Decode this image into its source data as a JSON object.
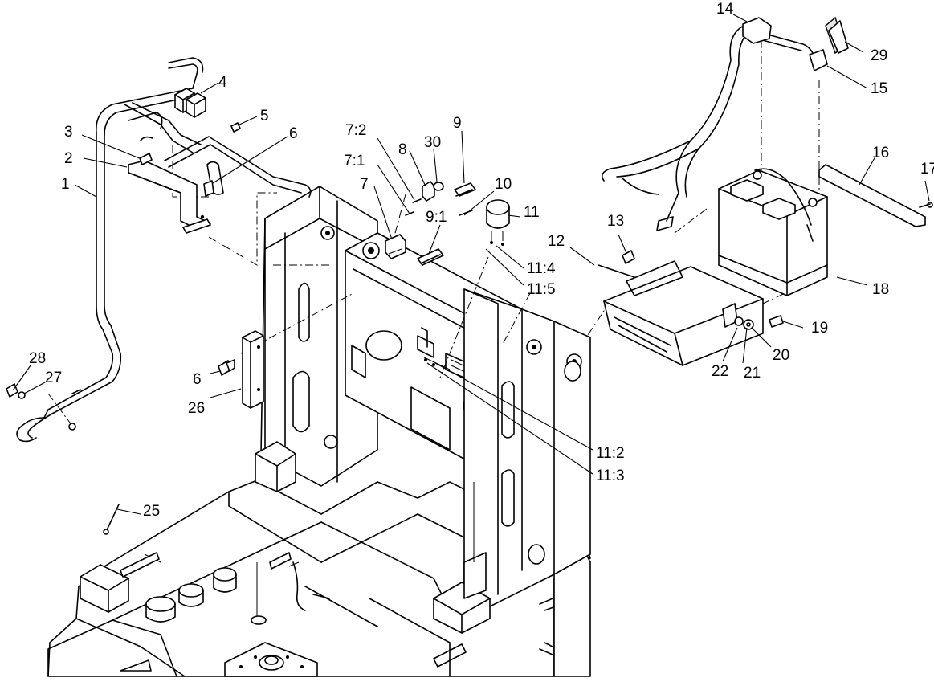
{
  "diagram": {
    "callouts": [
      {
        "id": "c1",
        "label": "1"
      },
      {
        "id": "c2",
        "label": "2"
      },
      {
        "id": "c3",
        "label": "3"
      },
      {
        "id": "c4",
        "label": "4"
      },
      {
        "id": "c5",
        "label": "5"
      },
      {
        "id": "c6a",
        "label": "6"
      },
      {
        "id": "c6b",
        "label": "6"
      },
      {
        "id": "c7",
        "label": "7"
      },
      {
        "id": "c7_1",
        "label": "7:1"
      },
      {
        "id": "c7_2",
        "label": "7:2"
      },
      {
        "id": "c8",
        "label": "8"
      },
      {
        "id": "c30",
        "label": "30"
      },
      {
        "id": "c9",
        "label": "9"
      },
      {
        "id": "c9_1",
        "label": "9:1"
      },
      {
        "id": "c10",
        "label": "10"
      },
      {
        "id": "c11",
        "label": "11"
      },
      {
        "id": "c11_4",
        "label": "11:4"
      },
      {
        "id": "c11_5",
        "label": "11:5"
      },
      {
        "id": "c11_2",
        "label": "11:2"
      },
      {
        "id": "c11_3",
        "label": "11:3"
      },
      {
        "id": "c12",
        "label": "12"
      },
      {
        "id": "c13",
        "label": "13"
      },
      {
        "id": "c14",
        "label": "14"
      },
      {
        "id": "c15",
        "label": "15"
      },
      {
        "id": "c16",
        "label": "16"
      },
      {
        "id": "c17",
        "label": "17"
      },
      {
        "id": "c18",
        "label": "18"
      },
      {
        "id": "c19",
        "label": "19"
      },
      {
        "id": "c20",
        "label": "20"
      },
      {
        "id": "c21",
        "label": "21"
      },
      {
        "id": "c22",
        "label": "22"
      },
      {
        "id": "c25",
        "label": "25"
      },
      {
        "id": "c26",
        "label": "26"
      },
      {
        "id": "c27",
        "label": "27"
      },
      {
        "id": "c28",
        "label": "28"
      },
      {
        "id": "c29",
        "label": "29"
      }
    ]
  }
}
